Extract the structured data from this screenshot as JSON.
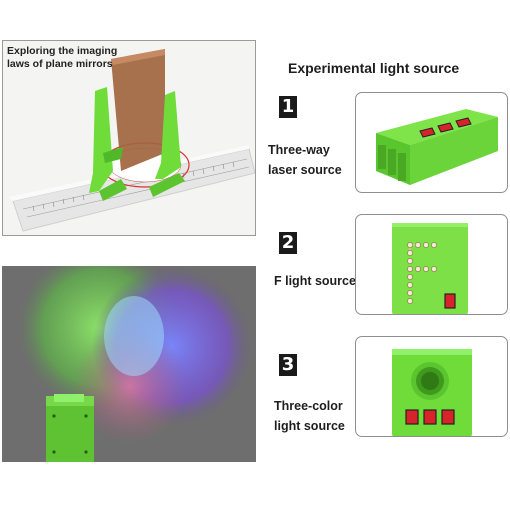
{
  "mirror_photo": {
    "caption": "Exploring the imaging laws of plane mirrors"
  },
  "heading": "Experimental light source",
  "sources": [
    {
      "number": "1",
      "label_line1": "Three-way",
      "label_line2": "laser source"
    },
    {
      "number": "2",
      "label_line1": "F light source",
      "label_line2": ""
    },
    {
      "number": "3",
      "label_line1": "Three-color",
      "label_line2": "light source"
    }
  ],
  "colors": {
    "device_green": "#6fdc3a",
    "switch_red": "#d8232a",
    "mirror_brown": "#a0653f"
  }
}
